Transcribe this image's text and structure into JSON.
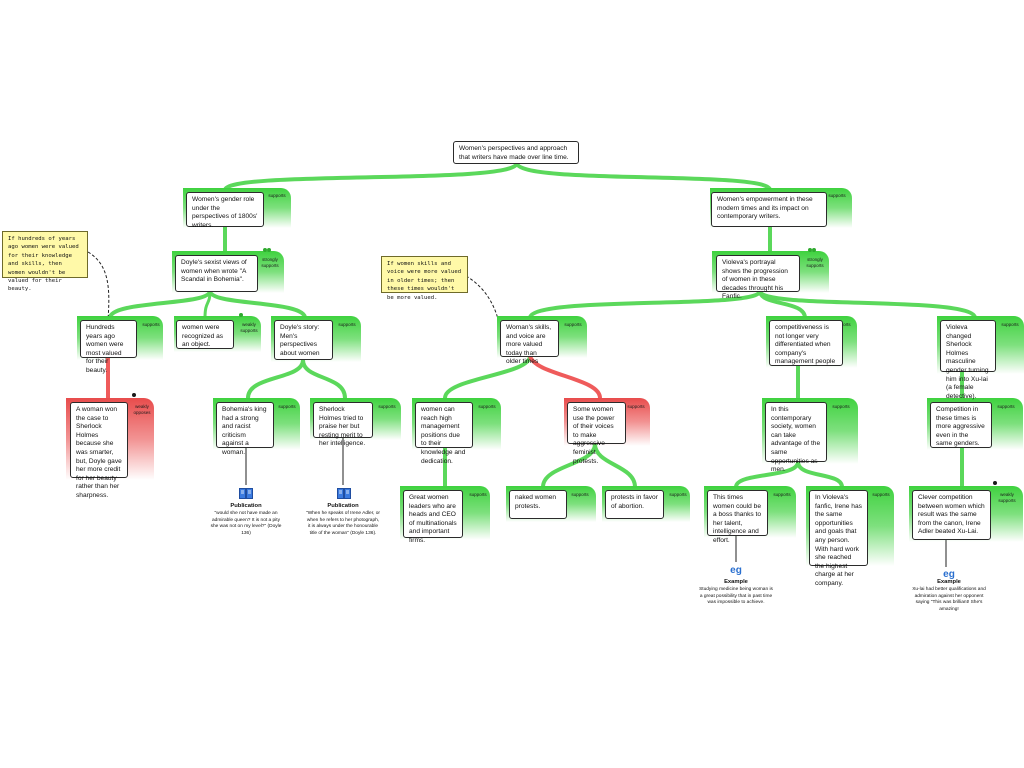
{
  "colors": {
    "supports": "#5bd85b",
    "weakly_opposes": "#ef5b5b",
    "box_border": "#2b2b2b",
    "note_bg": "#fff9a8"
  },
  "nodes": {
    "root": "Women's perspectives and approach that writers have made over line time.",
    "gender_1800s": "Women's gender role under the perspectives of 1800s' writers.",
    "modern_empowerment": "Women's empowerment in these modern times and its impact on contemporary writers.",
    "doyle_sexist": "Doyle's sexist views of women when wrote  \"A Scandal in Bohemia\".",
    "violeva_portrayal": "Violeva's portrayal shows the progression of women in these decades throught his Fanfic.",
    "hundreds_years": "Hundreds years ago women were most valued for their beauty.",
    "women_objects": "women were recognized as an object.",
    "doyle_story": "Doyle's story: Men's perspectives about women",
    "woman_won": "A woman won the case to Sherlock Holmes because she was smarter, but, Doyle gave her more credit for her beauty rather than her sharpness.",
    "bohemia_king": "Bohemia's king had a strong and racist criticism against a woman.",
    "sherlock_praise": "Sherlock Holmes tried to praise her but resting merit to her intelligence.",
    "skills_voice": "Woman's skills, and voice are more valued today than older times",
    "competitiveness": "competitiveness is not longer very differentiated when company's management people",
    "violeva_changed": "Violeva changed Sherlock Holmes masculine gender turning him into Xu-lai (a female detective).",
    "high_mgmt": "women can reach high management positions due to their knowledge and dedication.",
    "some_women": "Some women use the power of their voices to make aggressive feminist protests.",
    "contemporary": "In this contemporary society, women can take advantage of the same opportunities as men.",
    "competition": "Competition in these times is more aggressive even in the same genders.",
    "great_women": "Great women leaders who are heads and CEO of multinationals and important firms.",
    "naked": "naked women protests.",
    "abortion": "protests in favor of abortion.",
    "boss": "This times women could be a boss thanks to her talent, intelligence and effort.",
    "fanfic_irene": "In Violeva's fanfic, Irene has the same opportunities and goals that any person. With hard work she reached the highest charge at her company.",
    "clever": "Clever competition between women which result  was the same from the canon, Irene Adler beated Xu-Lai."
  },
  "notes": {
    "left": "If hundreds of years ago women were valued for their knowledge and skills, then women wouldn't be valued for their beauty.",
    "middle": "If women skills and voice were more valued in older times; then these times wouldn't be more valued."
  },
  "labels": {
    "supports": "supports",
    "strongly_supports": "strongly supports",
    "weakly_supports": "weakly supports",
    "weakly_opposes": "weakly opposes"
  },
  "resources": {
    "pub1_title": "Publication",
    "pub1_text": "\"would she not have made an admirable queen? It is not a pity she was not on my level?\" (Doyle 136)",
    "pub2_title": "Publication",
    "pub2_text": "\"When he speaks of Irene Adler, or when he refers to her photograph, it is always under the honourable title of the woman\" (Doyle 136).",
    "ex1_title": "Example",
    "ex1_text": "Studying medicine being woman is a great possibility that in past time was impossible to achieve.",
    "ex2_title": "Example",
    "ex2_text": "Xu-lai had better qualifications and admiration against her opponent saying \"This was brilliant! She's amazing!",
    "icon_publication": "book-icon",
    "icon_example": "eg-icon"
  }
}
